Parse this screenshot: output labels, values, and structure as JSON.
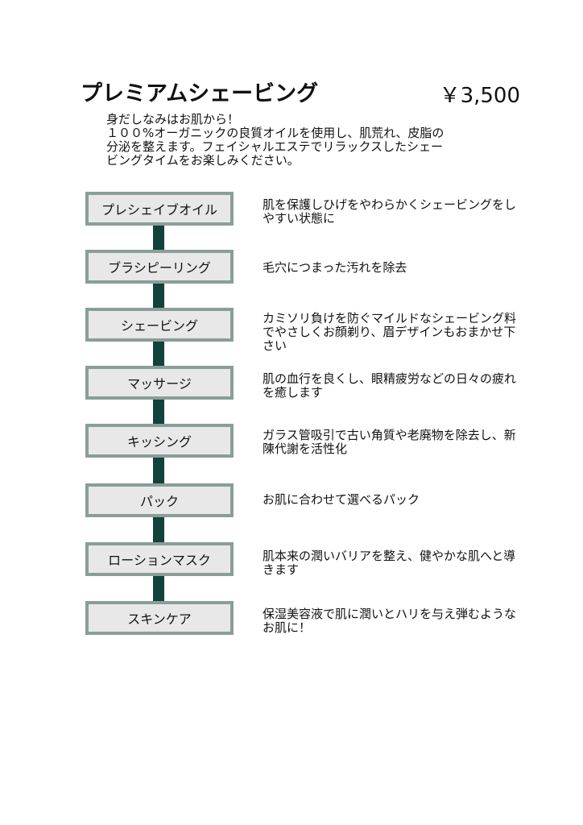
{
  "title": "プレミアムシェービング",
  "price": "￥3,500",
  "intro": [
    "身だしなみはお肌から！",
    "１００%オーガニックの良質オイルを使用し、肌荒れ、皮脂の",
    "分泌を整えます。フェイシャルエステでリラックスしたシェー",
    "ビングタイムをお楽しみください。"
  ],
  "steps": [
    {
      "label": "プレシェイブオイル",
      "desc": "肌を保護しひげをやわらかくシェービングをしやすい状態に"
    },
    {
      "label": "ブラシピーリング",
      "desc": "毛穴につまった汚れを除去"
    },
    {
      "label": "シェービング",
      "desc": "カミソリ負けを防ぐマイルドなシェービング料でやさしくお顔剃り、眉デザインもおまかせ下さい"
    },
    {
      "label": "マッサージ",
      "desc": "肌の血行を良くし、眼精疲労などの日々の疲れを癒します"
    },
    {
      "label": "キッシング",
      "desc": "ガラス管吸引で古い角質や老廃物を除去し、新陳代謝を活性化"
    },
    {
      "label": "パック",
      "desc": "お肌に合わせて選べるパック"
    },
    {
      "label": "ローションマスク",
      "desc": "肌本来の潤いバリアを整え、健やかな肌へと導きます"
    },
    {
      "label": "スキンケア",
      "desc": "保湿美容液で肌に潤いとハリを与え弾むようなお肌に！"
    }
  ]
}
